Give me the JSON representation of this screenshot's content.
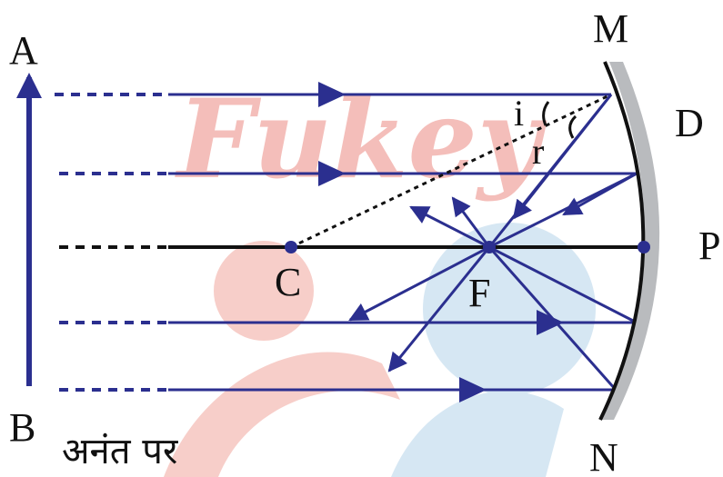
{
  "labels": {
    "A": "A",
    "B": "B",
    "M": "M",
    "N": "N",
    "D": "D",
    "P": "P",
    "C": "C",
    "F": "F",
    "i": "i",
    "r": "r",
    "infinity": "अनंत पर"
  },
  "watermark": {
    "text": "Fukey",
    "color": "#f3b3ae",
    "shape_colors": [
      "#f6c6c0",
      "#cfe3f1"
    ]
  },
  "colors": {
    "ray": "#2b2f8f",
    "axis": "#111111",
    "mirror_back": "#b9bbbe",
    "mirror_front": "#111111",
    "background": "#ffffff"
  }
}
